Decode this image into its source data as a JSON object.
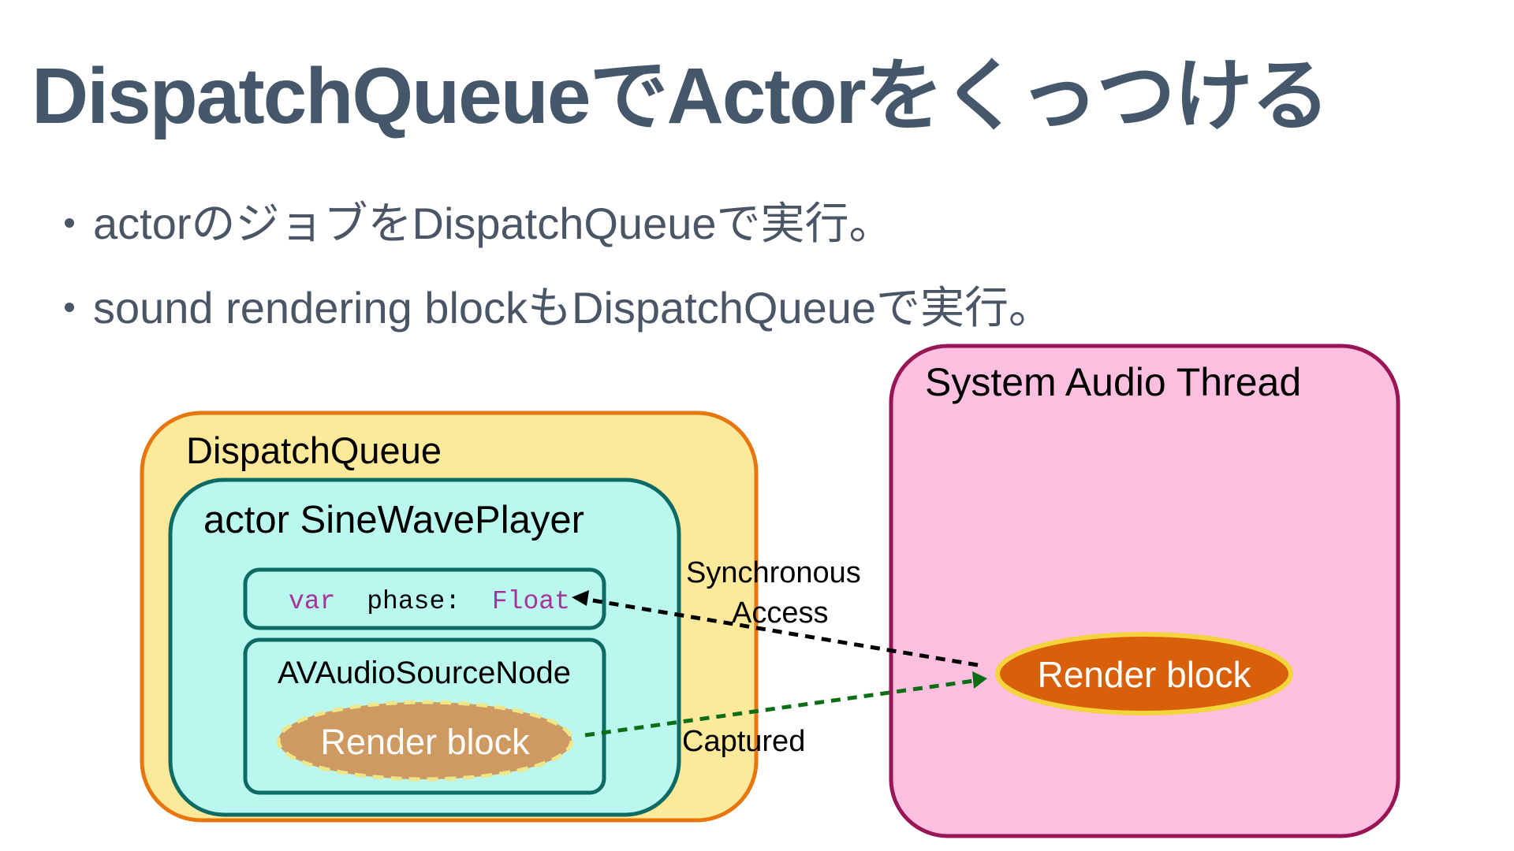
{
  "slide": {
    "title": "DispatchQueueでActorをくっつける",
    "bullets": [
      "actorのジョブをDispatchQueueで実行。",
      "sound rendering blockもDispatchQueueで実行。"
    ]
  },
  "diagram": {
    "dispatch_queue": {
      "label": "DispatchQueue"
    },
    "actor": {
      "label": "actor SineWavePlayer"
    },
    "phase_var": {
      "keyword": "var",
      "name": "phase:",
      "type": "Float"
    },
    "source_node": {
      "label": "AVAudioSourceNode",
      "render_block": "Render block"
    },
    "system_thread": {
      "label": "System Audio Thread",
      "render_block": "Render block"
    },
    "arrows": {
      "sync_access_line1": "Synchronous",
      "sync_access_line2": "Access",
      "captured": "Captured"
    },
    "colors": {
      "title_text": "#45586b",
      "dispatch_fill": "#fde99a",
      "dispatch_stroke": "#e8760f",
      "actor_fill": "#baf8ef",
      "actor_stroke": "#0e6b63",
      "keyword": "#a8329a",
      "source_render_fill": "#cf9a62",
      "source_render_stroke": "#eee78a",
      "system_fill": "#fdbfe0",
      "system_stroke": "#981556",
      "system_render_fill": "#d9600a",
      "system_render_stroke": "#f5d33a",
      "sync_arrow": "#000000",
      "captured_arrow": "#0b6e14"
    }
  }
}
